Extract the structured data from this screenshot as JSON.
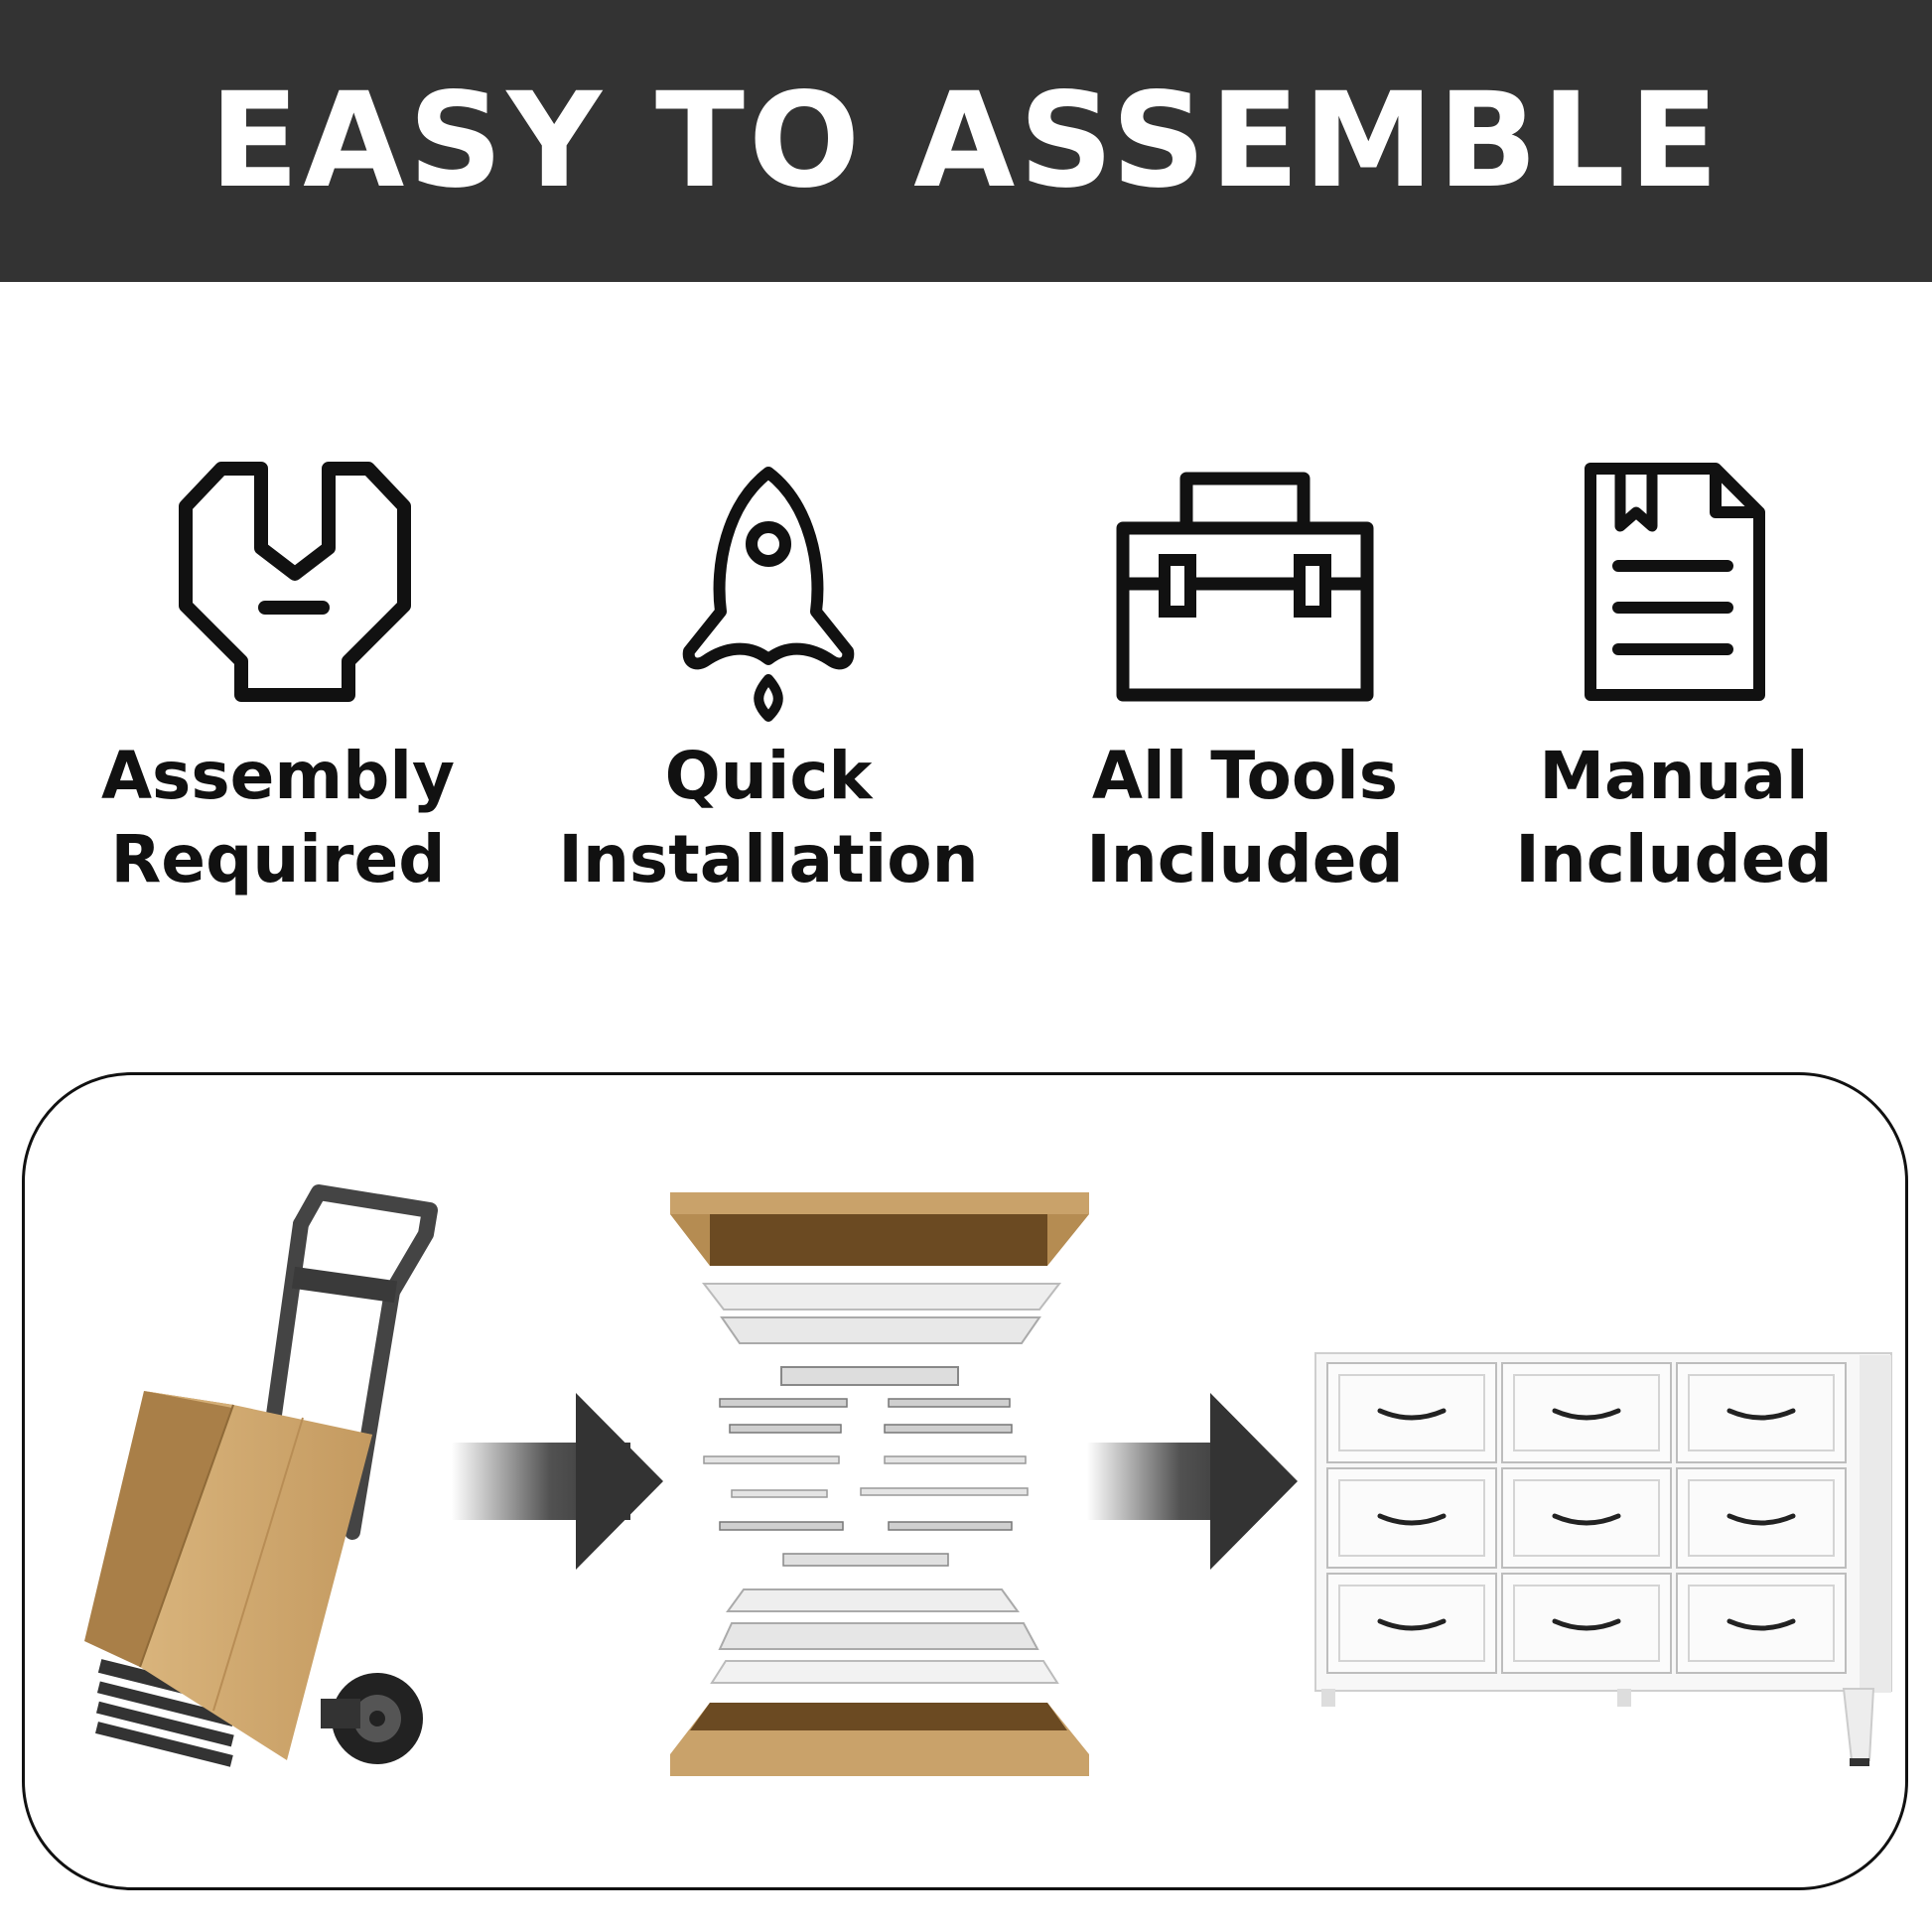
{
  "banner": {
    "title": "EASY TO ASSEMBLE",
    "background": "#333333",
    "text_color": "#ffffff"
  },
  "features": [
    {
      "icon": "wrench-icon",
      "line1": "Assembly",
      "line2": "Required"
    },
    {
      "icon": "rocket-icon",
      "line1": "Quick",
      "line2": "Installation"
    },
    {
      "icon": "toolbox-icon",
      "line1": "All Tools",
      "line2": "Included"
    },
    {
      "icon": "manual-document-icon",
      "line1": "Manual",
      "line2": "Included"
    }
  ],
  "process": {
    "steps": [
      "hand-truck-with-box",
      "exploded-panel-parts",
      "assembled-nine-drawer-dresser"
    ],
    "colors": {
      "cardboard": "#c9a26a",
      "cardboard_dark": "#a57d45",
      "arrow": "#333333",
      "metal": "#444444",
      "dresser": "#f7f7f7"
    }
  }
}
